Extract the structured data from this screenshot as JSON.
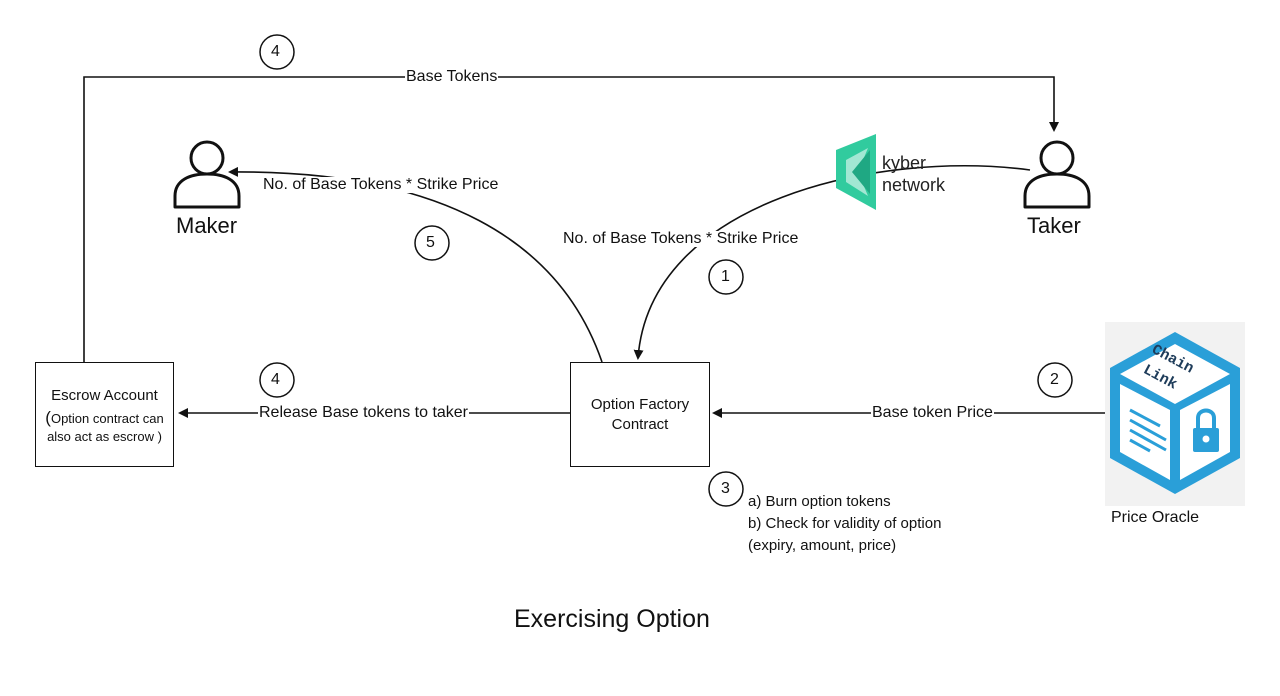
{
  "title": "Exercising Option",
  "actors": {
    "maker": "Maker",
    "taker": "Taker"
  },
  "nodes": {
    "escrow": {
      "title": "Escrow Account",
      "paren_open": "(",
      "line1": "Option contract can",
      "line2": "also act as escrow )"
    },
    "factory": {
      "line1": "Option Factory",
      "line2": "Contract"
    },
    "oracle": {
      "label": "Price Oracle"
    }
  },
  "logos": {
    "kyber": {
      "word1": "kyber",
      "word2": "network",
      "color": "#31CB9E"
    },
    "chainlink": {
      "word1": "Chain",
      "word2": "Link",
      "color": "#2A9FD8"
    }
  },
  "edges": {
    "base_tokens": "Base Tokens",
    "maker_payment": "No. of Base Tokens * Strike Price",
    "taker_payment": "No. of Base Tokens * Strike Price",
    "release": "Release Base tokens to taker",
    "oracle_price": "Base token Price"
  },
  "steps": {
    "s4_top": "4",
    "s5": "5",
    "s1": "1",
    "s4_mid": "4",
    "s2": "2",
    "s3": "3"
  },
  "step3_notes": {
    "line_a": "a) Burn option tokens",
    "line_b": "b) Check for validity of option",
    "line_c": "(expiry, amount, price)"
  }
}
